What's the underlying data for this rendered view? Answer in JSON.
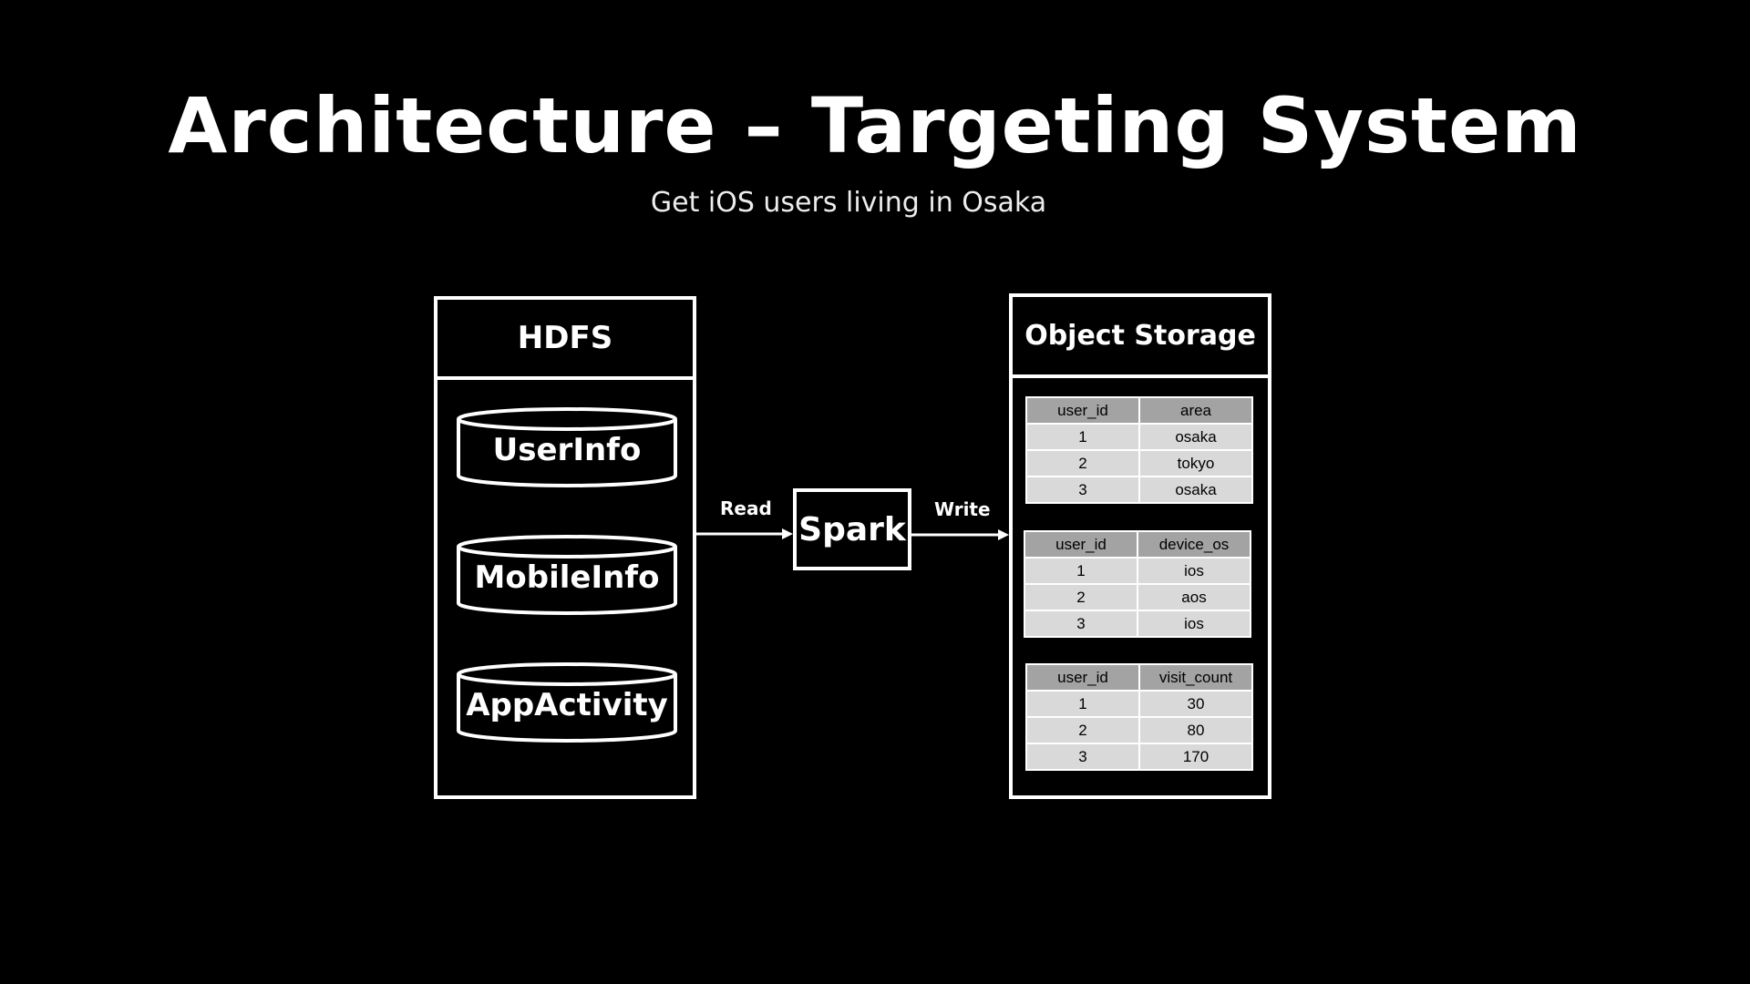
{
  "title": "Architecture – Targeting System",
  "subtitle": "Get iOS users living in Osaka",
  "hdfs": {
    "label": "HDFS",
    "stores": [
      "UserInfo",
      "MobileInfo",
      "AppActivity"
    ]
  },
  "spark": "Spark",
  "edges": {
    "read": "Read",
    "write": "Write"
  },
  "object_storage": {
    "label": "Object Storage",
    "tables": [
      {
        "headers": [
          "user_id",
          "area"
        ],
        "rows": [
          [
            "1",
            "osaka"
          ],
          [
            "2",
            "tokyo"
          ],
          [
            "3",
            "osaka"
          ]
        ]
      },
      {
        "headers": [
          "user_id",
          "device_os"
        ],
        "rows": [
          [
            "1",
            "ios"
          ],
          [
            "2",
            "aos"
          ],
          [
            "3",
            "ios"
          ]
        ]
      },
      {
        "headers": [
          "user_id",
          "visit_count"
        ],
        "rows": [
          [
            "1",
            "30"
          ],
          [
            "2",
            "80"
          ],
          [
            "3",
            "170"
          ]
        ]
      }
    ]
  }
}
